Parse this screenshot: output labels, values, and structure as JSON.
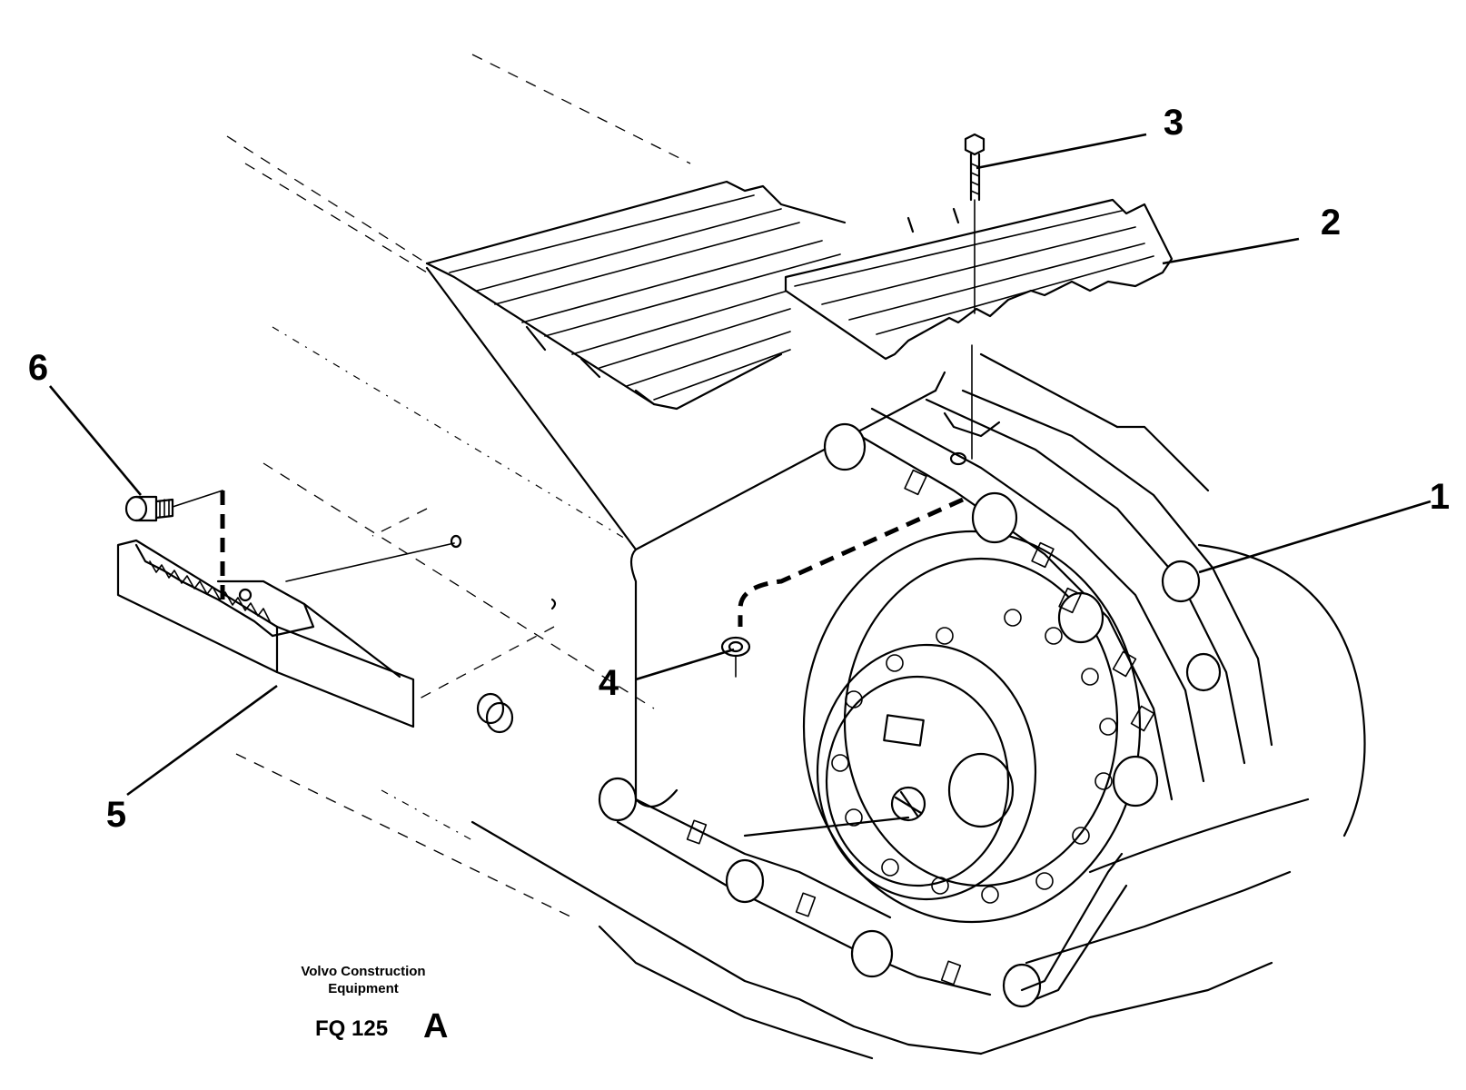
{
  "figure": {
    "callouts": [
      {
        "number": "1",
        "part": "track-chain"
      },
      {
        "number": "2",
        "part": "track-shoe"
      },
      {
        "number": "3",
        "part": "bolt"
      },
      {
        "number": "4",
        "part": "nut"
      },
      {
        "number": "5",
        "part": "step"
      },
      {
        "number": "6",
        "part": "screw"
      }
    ],
    "credit_line1": "Volvo Construction",
    "credit_line2": "Equipment",
    "code": "FQ 125",
    "code_letter": "A"
  }
}
